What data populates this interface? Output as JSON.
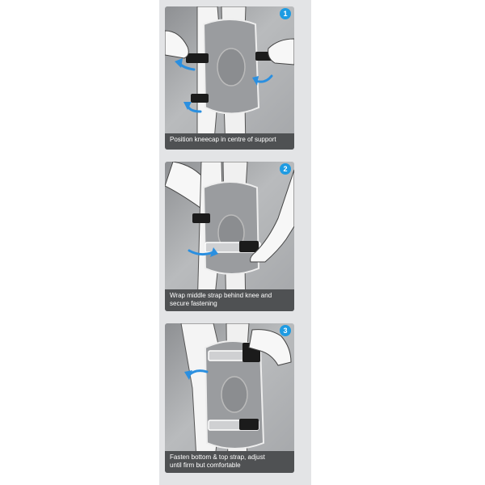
{
  "steps": [
    {
      "number": "1",
      "caption": "Position kneecap in centre of support"
    },
    {
      "number": "2",
      "caption": "Wrap middle strap behind knee and\nsecure fastening"
    },
    {
      "number": "3",
      "caption": "Fasten bottom & top strap, adjust\nuntil firm but comfortable"
    }
  ],
  "colors": {
    "panel_bg": "#a4a6a9",
    "caption_bg": "#4f5153",
    "badge": "#1e9be2",
    "arrow": "#2a8fe0",
    "strap": "#1b1b1b",
    "support": "#9a9c9f"
  },
  "icons": [
    "step-number-badge",
    "rotate-arrow-icon",
    "hand-icon",
    "knee-support-icon"
  ]
}
